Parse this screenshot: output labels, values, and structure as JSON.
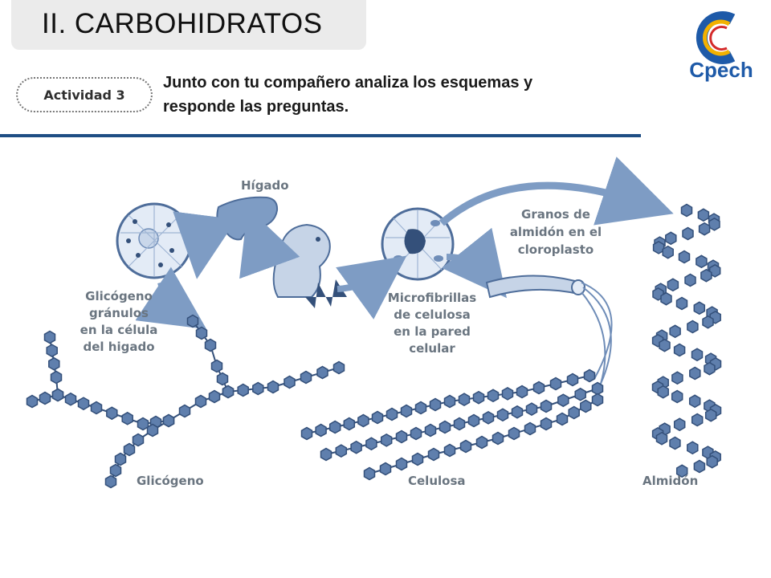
{
  "header": {
    "title": "II. CARBOHIDRATOS",
    "logo_text": "Cpech"
  },
  "activity": {
    "badge": "Actividad 3",
    "instruction_line1": "Junto con tu compañero analiza los esquemas y",
    "instruction_line2": "responde las preguntas."
  },
  "diagram": {
    "liver": "Hígado",
    "glycogen_granules": [
      "Glicógeno",
      "gránulos",
      "en la célula",
      "del higado"
    ],
    "microfibrils": [
      "Microfibrillas",
      "de celulosa",
      "en la pared",
      "celular"
    ],
    "starch_granules": [
      "Granos de",
      "almidón en el",
      "cloroplasto"
    ],
    "glycogen": "Glicógeno",
    "cellulose": "Celulosa",
    "starch": "Almidón"
  },
  "colors": {
    "accent": "#1f4e84",
    "hexagon_fill": "#5f7fad",
    "hexagon_stroke": "#34507a",
    "label_gray": "#6a7580",
    "logo_blue": "#1e5aa8",
    "logo_yellow": "#f2b100",
    "logo_red": "#d42a2a"
  }
}
